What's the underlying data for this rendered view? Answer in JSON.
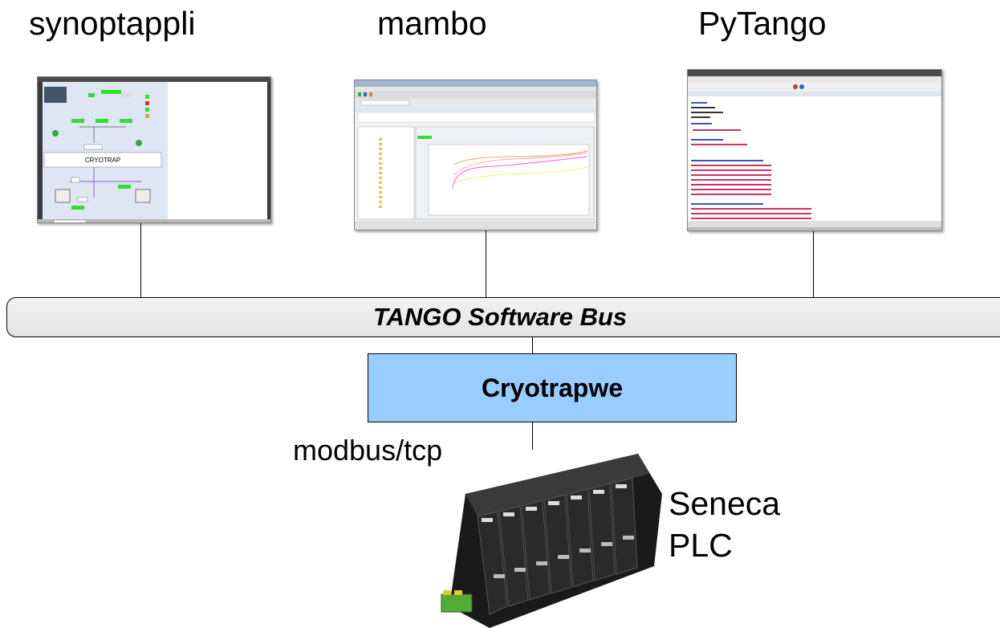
{
  "apps": {
    "synoptappli": "synoptappli",
    "mambo": "mambo",
    "pytango": "PyTango"
  },
  "synoptic_screen": {
    "title": "CRYOTRAP"
  },
  "bus": {
    "label": "TANGO Software Bus"
  },
  "device": {
    "label": "Cryotrapwe"
  },
  "link": {
    "protocol": "modbus/tcp"
  },
  "hardware": {
    "line1": "Seneca",
    "line2": "PLC"
  },
  "colors": {
    "bus_fill": "#e6e6e6",
    "device_fill": "#99ccff",
    "synoptic_bg": "#dfe6f3",
    "status_green": "#33dd33",
    "curve_magenta": "#ff55cc",
    "curve_yellow": "#eeee55"
  }
}
